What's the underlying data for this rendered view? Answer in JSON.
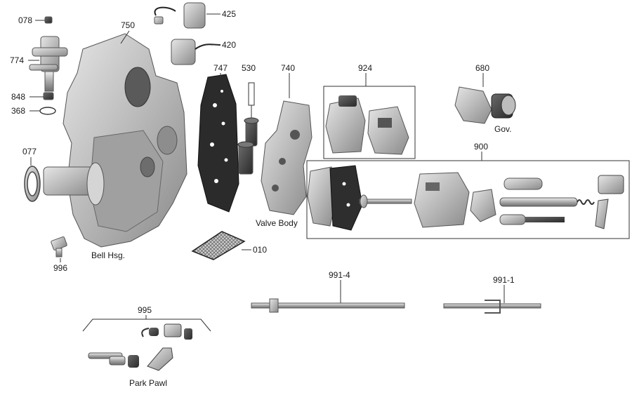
{
  "diagram": {
    "callouts": {
      "c078": "078",
      "c774": "774",
      "c848": "848",
      "c368": "368",
      "c077": "077",
      "c996": "996",
      "c750": "750",
      "c425": "425",
      "c420": "420",
      "c747": "747",
      "c530": "530",
      "c740": "740",
      "c924": "924",
      "c680": "680",
      "c900": "900",
      "c010": "010",
      "c991_4": "991-4",
      "c991_1": "991-1",
      "c995": "995"
    },
    "names": {
      "bell_housing": "Bell Hsg.",
      "valve_body": "Valve Body",
      "governor": "Gov.",
      "park_pawl": "Park Pawl"
    }
  }
}
